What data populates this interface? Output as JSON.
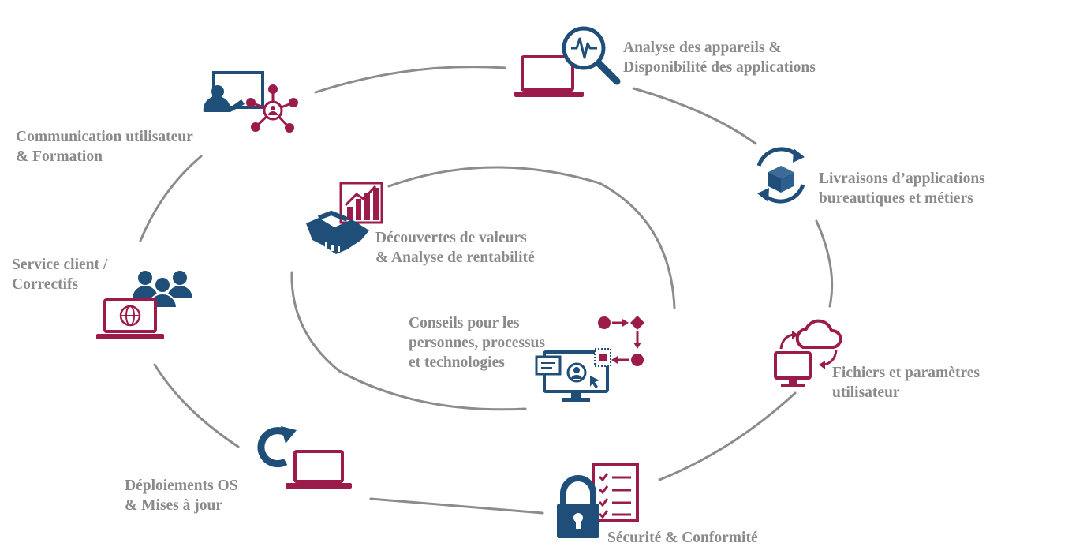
{
  "colors": {
    "navy": "#1f4e79",
    "crimson": "#9b1b4a",
    "text": "#8a8a8a",
    "ring": "#8c8c8c"
  },
  "outer_items": [
    {
      "id": "device",
      "icon": "laptop-magnifier-pulse-icon",
      "lines": [
        "Analyse des appareils &",
        "Disponibilité des applications"
      ]
    },
    {
      "id": "delivery",
      "icon": "box-refresh-cycle-icon",
      "lines": [
        "Livraisons d’applications",
        "bureautiques et métiers"
      ]
    },
    {
      "id": "files",
      "icon": "monitor-cloud-sync-icon",
      "lines": [
        "Fichiers et paramètres",
        "utilisateur"
      ]
    },
    {
      "id": "security",
      "icon": "padlock-checklist-icon",
      "lines": [
        "Sécurité & Conformité"
      ]
    },
    {
      "id": "os",
      "icon": "laptop-refresh-arrow-icon",
      "lines": [
        "Déploiements OS",
        "& Mises à jour"
      ]
    },
    {
      "id": "support",
      "icon": "laptop-globe-users-icon",
      "lines": [
        "Service client /",
        "Correctifs"
      ]
    },
    {
      "id": "training",
      "icon": "presenter-network-icon",
      "lines": [
        "Communication utilisateur",
        "& Formation"
      ]
    }
  ],
  "inner_items": [
    {
      "id": "value",
      "icon": "handshake-chart-icon",
      "lines": [
        "Découvertes de valeurs",
        "& Analyse de rentabilité"
      ]
    },
    {
      "id": "advice",
      "icon": "monitor-process-flow-icon",
      "lines": [
        "Conseils pour les",
        "personnes, processus",
        "et technologies"
      ]
    }
  ]
}
